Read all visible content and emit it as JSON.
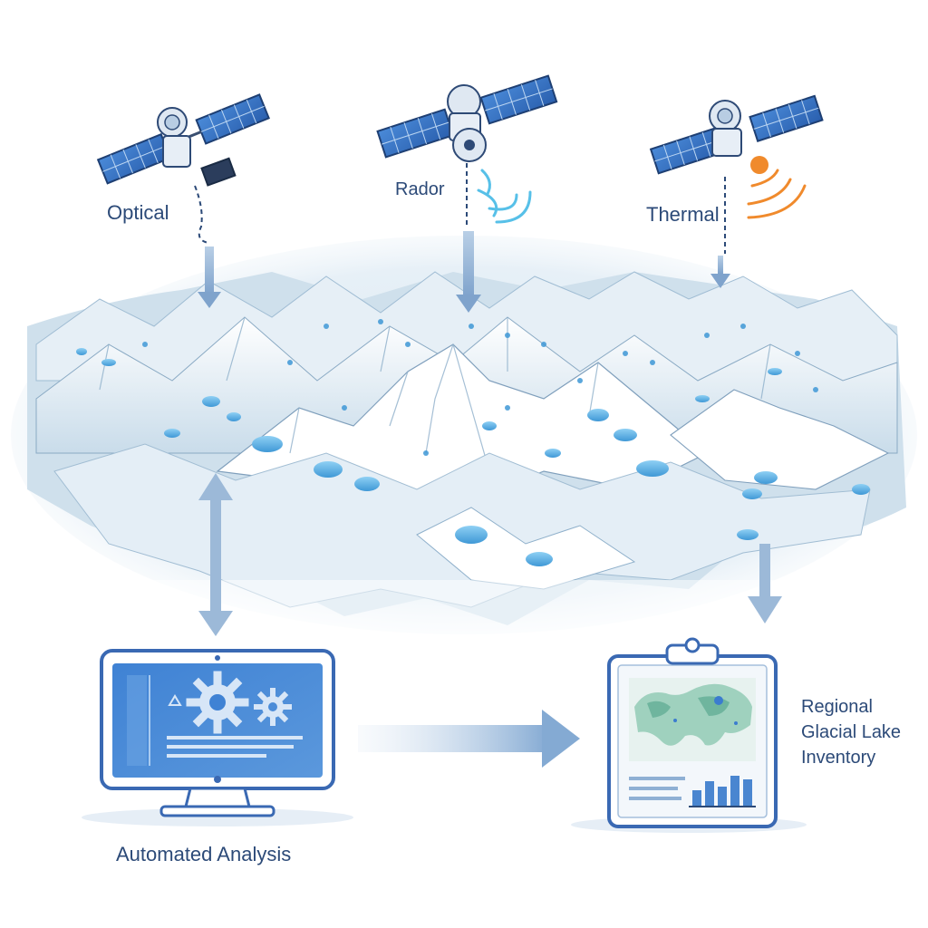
{
  "labels": {
    "optical": "Optical",
    "radar": "Rador",
    "thermal": "Thermal",
    "analysis": "Automated Analysis",
    "report_line1": "Regional",
    "report_line2": "Glacial Lake",
    "report_line3": "Inventory"
  },
  "colors": {
    "label_text": "#2c4a78",
    "panel_blue": "#2f6fc2",
    "frame_blue": "#3a69b3",
    "arrow_blue": "#7fa6d0",
    "lake_blue": "#5cb0e6",
    "mountain_shadow": "#6b93b4",
    "thermal_orange": "#f08a2c",
    "radar_cyan": "#57c0e8"
  },
  "icons": {
    "satellite_optical": "satellite-icon",
    "satellite_radar": "satellite-icon",
    "satellite_thermal": "satellite-icon",
    "monitor": "monitor-icon",
    "gear": "gear-icon",
    "clipboard": "clipboard-icon",
    "map": "world-map-icon",
    "bar_chart": "bar-chart-icon"
  }
}
